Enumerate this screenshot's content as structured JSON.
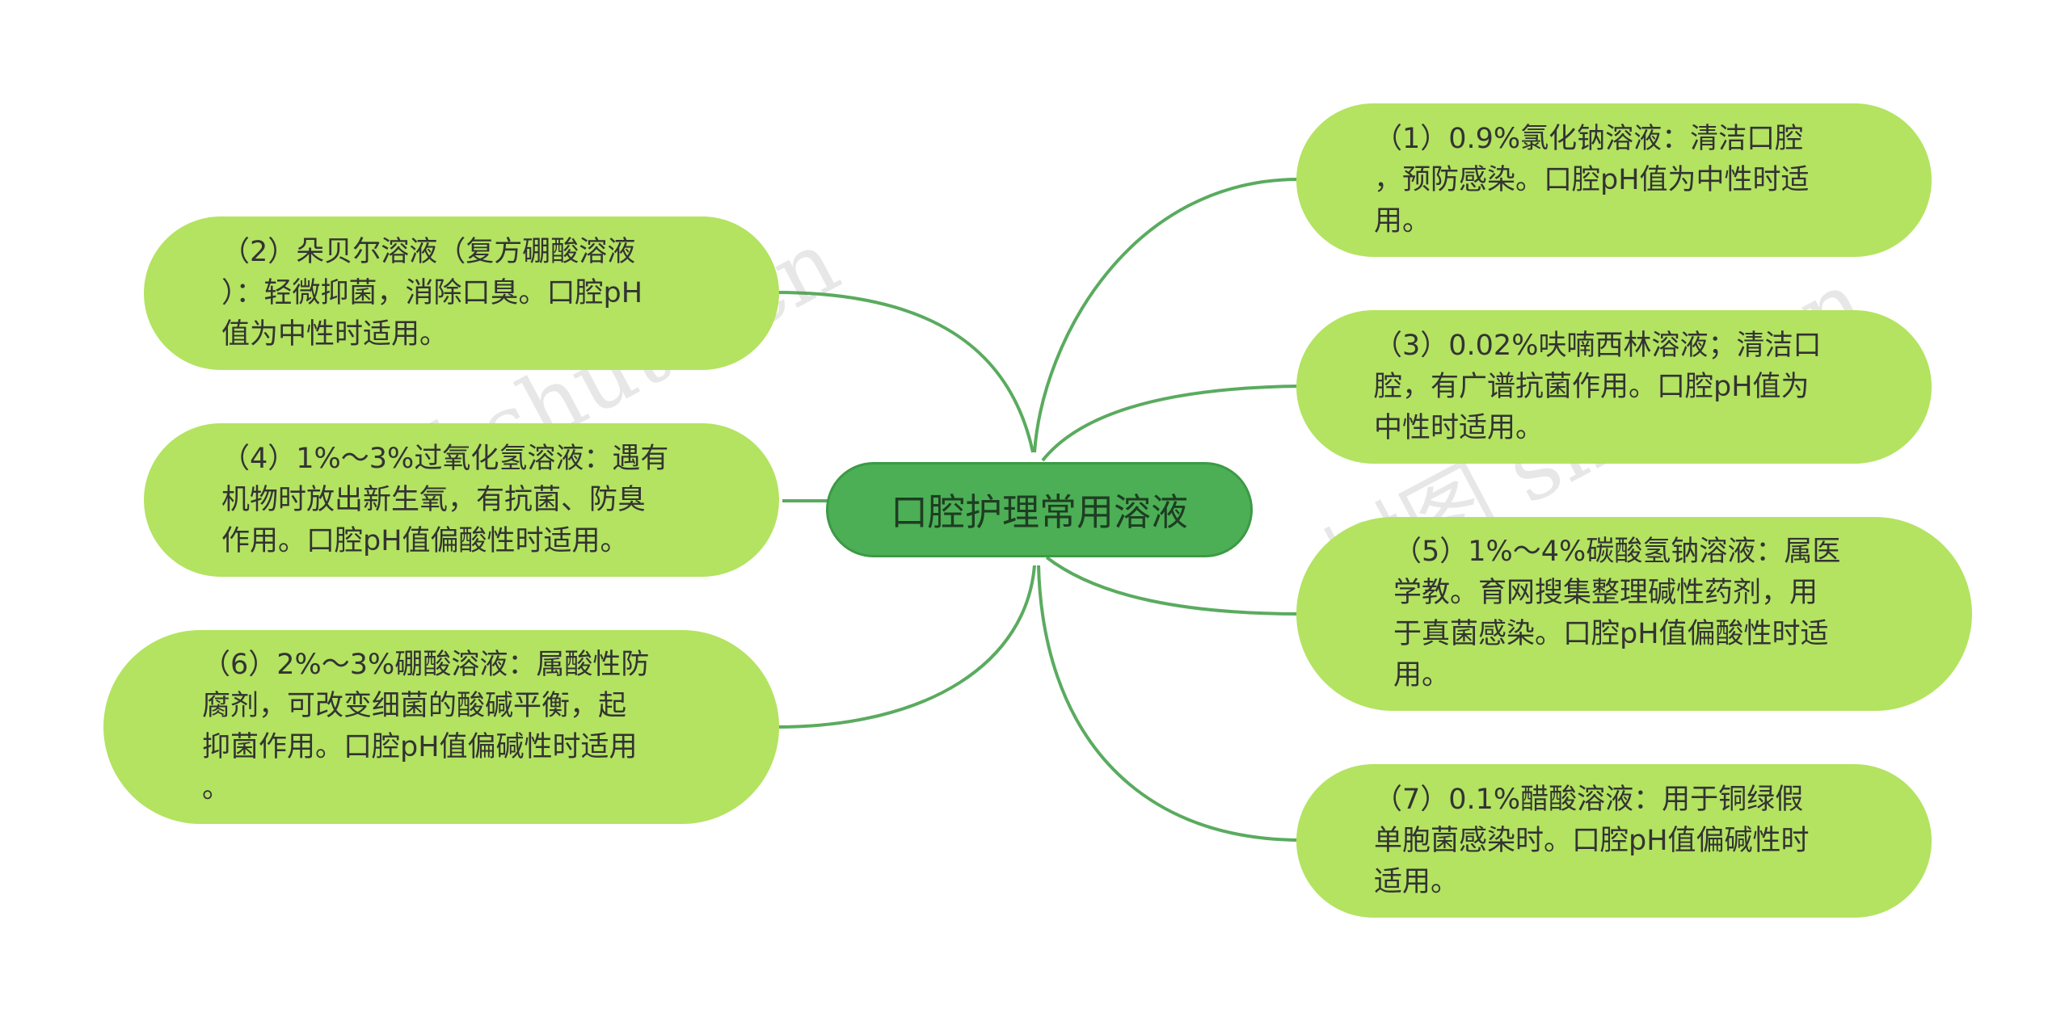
{
  "root": {
    "label": "口腔护理常用溶液"
  },
  "branches": [
    {
      "id": "n1",
      "text": "（1）0.9%氯化钠溶液：清洁口腔\n，预防感染。口腔pH值为中性时适\n用。"
    },
    {
      "id": "n2",
      "text": "（2）朵贝尔溶液（复方硼酸溶液\n）：轻微抑菌，消除口臭。口腔pH\n值为中性时适用。"
    },
    {
      "id": "n3",
      "text": "（3）0.02%呋喃西林溶液；清洁口\n腔，有广谱抗菌作用。口腔pH值为\n中性时适用。"
    },
    {
      "id": "n4",
      "text": "（4）1%～3%过氧化氢溶液：遇有\n机物时放出新生氧，有抗菌、防臭\n作用。口腔pH值偏酸性时适用。"
    },
    {
      "id": "n5",
      "text": "（5）1%～4%碳酸氢钠溶液：属医\n学教。育网搜集整理碱性药剂，用\n于真菌感染。口腔pH值偏酸性时适\n用。"
    },
    {
      "id": "n6",
      "text": "（6）2%～3%硼酸溶液：属酸性防\n腐剂，可改变细菌的酸碱平衡，起\n抑菌作用。口腔pH值偏碱性时适用\n。"
    },
    {
      "id": "n7",
      "text": "（7）0.1%醋酸溶液：用于铜绿假\n单胞菌感染时。口腔pH值偏碱性时\n适用。"
    }
  ],
  "watermarks": [
    "树图 shutu.cn",
    "树图 shutu.cn"
  ],
  "colors": {
    "branch_fill": "#b3e361",
    "root_fill": "#4caf55",
    "link_stroke": "#5aab5f",
    "text": "#333333"
  }
}
